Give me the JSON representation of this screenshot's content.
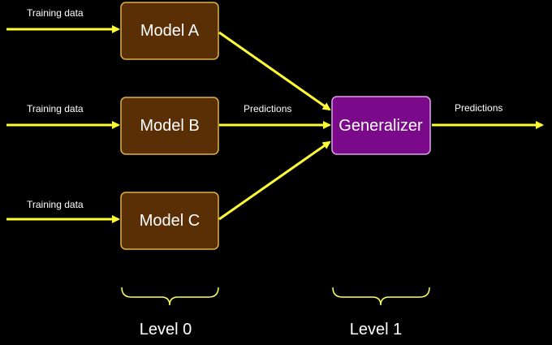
{
  "colors": {
    "background": "#000000",
    "arrow": "#ffff33",
    "model_fill": "#5a2f06",
    "model_border": "#e0b24a",
    "generalizer_fill": "#7a0a8a",
    "generalizer_border": "#d9a8e6",
    "brace": "#ffff66",
    "text": "#ffffff"
  },
  "inputs": [
    {
      "label": "Training data"
    },
    {
      "label": "Training data"
    },
    {
      "label": "Training data"
    }
  ],
  "models": [
    {
      "label": "Model A"
    },
    {
      "label": "Model B"
    },
    {
      "label": "Model C"
    }
  ],
  "predictions_label": "Predictions",
  "generalizer": {
    "label": "Generalizer"
  },
  "output": {
    "label": "Predictions"
  },
  "levels": [
    {
      "label": "Level 0"
    },
    {
      "label": "Level 1"
    }
  ]
}
